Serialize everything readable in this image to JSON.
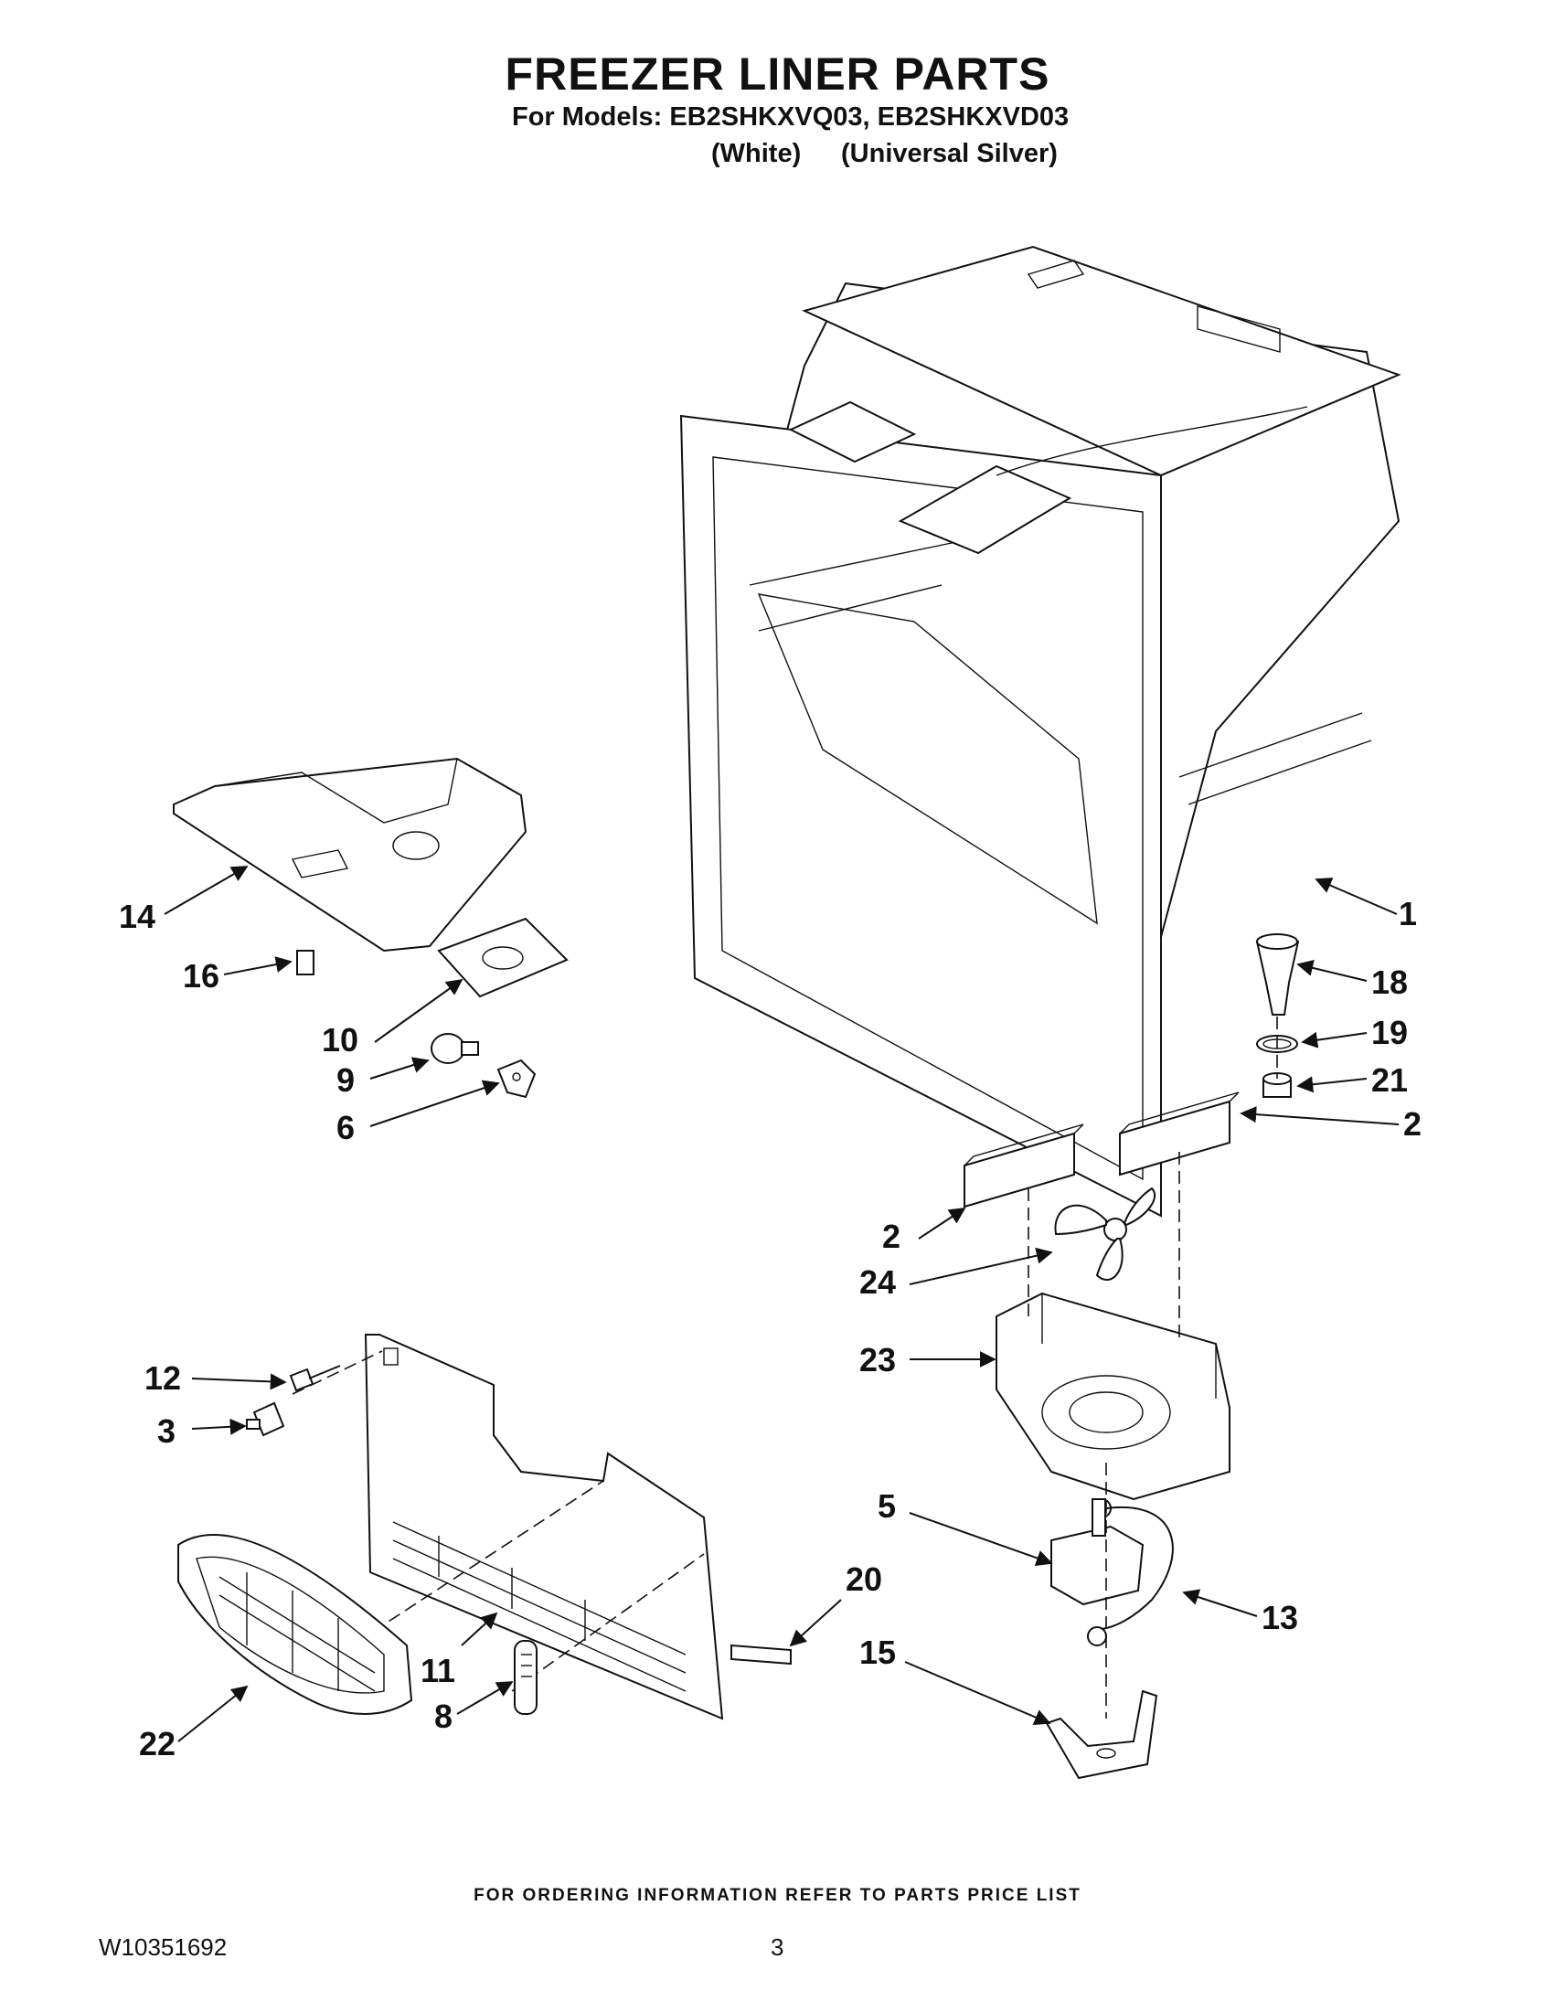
{
  "header": {
    "title": "FREEZER LINER PARTS",
    "models": "For Models: EB2SHKXVQ03, EB2SHKXVD03",
    "variant_1": "(White)",
    "variant_2": "(Universal Silver)"
  },
  "callouts": [
    "1",
    "18",
    "19",
    "21",
    "2",
    "2",
    "24",
    "23",
    "5",
    "13",
    "20",
    "15",
    "14",
    "16",
    "10",
    "9",
    "6",
    "12",
    "3",
    "11",
    "8",
    "22"
  ],
  "footer": {
    "ordering_note": "FOR ORDERING INFORMATION REFER TO PARTS PRICE LIST",
    "document_number": "W10351692",
    "page_number": "3"
  }
}
